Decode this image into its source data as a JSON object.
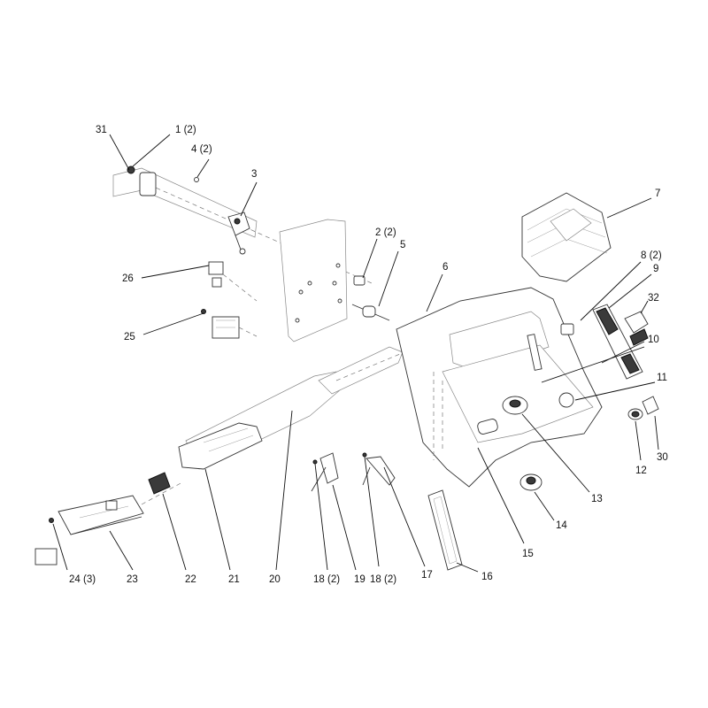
{
  "callouts": [
    {
      "id": "31",
      "label": "31"
    },
    {
      "id": "1",
      "label": "1 (2)"
    },
    {
      "id": "4",
      "label": "4 (2)"
    },
    {
      "id": "3",
      "label": "3"
    },
    {
      "id": "7",
      "label": "7"
    },
    {
      "id": "2",
      "label": "2 (2)"
    },
    {
      "id": "5",
      "label": "5"
    },
    {
      "id": "6",
      "label": "6"
    },
    {
      "id": "8",
      "label": "8 (2)"
    },
    {
      "id": "9",
      "label": "9"
    },
    {
      "id": "26",
      "label": "26"
    },
    {
      "id": "32",
      "label": "32"
    },
    {
      "id": "25",
      "label": "25"
    },
    {
      "id": "10",
      "label": "10"
    },
    {
      "id": "11",
      "label": "11"
    },
    {
      "id": "12",
      "label": "12"
    },
    {
      "id": "30",
      "label": "30"
    },
    {
      "id": "13",
      "label": "13"
    },
    {
      "id": "14",
      "label": "14"
    },
    {
      "id": "15",
      "label": "15"
    },
    {
      "id": "16",
      "label": "16"
    },
    {
      "id": "17",
      "label": "17"
    },
    {
      "id": "18b",
      "label": "18 (2)"
    },
    {
      "id": "19",
      "label": "19"
    },
    {
      "id": "18a",
      "label": "18 (2)"
    },
    {
      "id": "20",
      "label": "20"
    },
    {
      "id": "21",
      "label": "21"
    },
    {
      "id": "22",
      "label": "22"
    },
    {
      "id": "23",
      "label": "23"
    },
    {
      "id": "24",
      "label": "24 (3)"
    }
  ]
}
